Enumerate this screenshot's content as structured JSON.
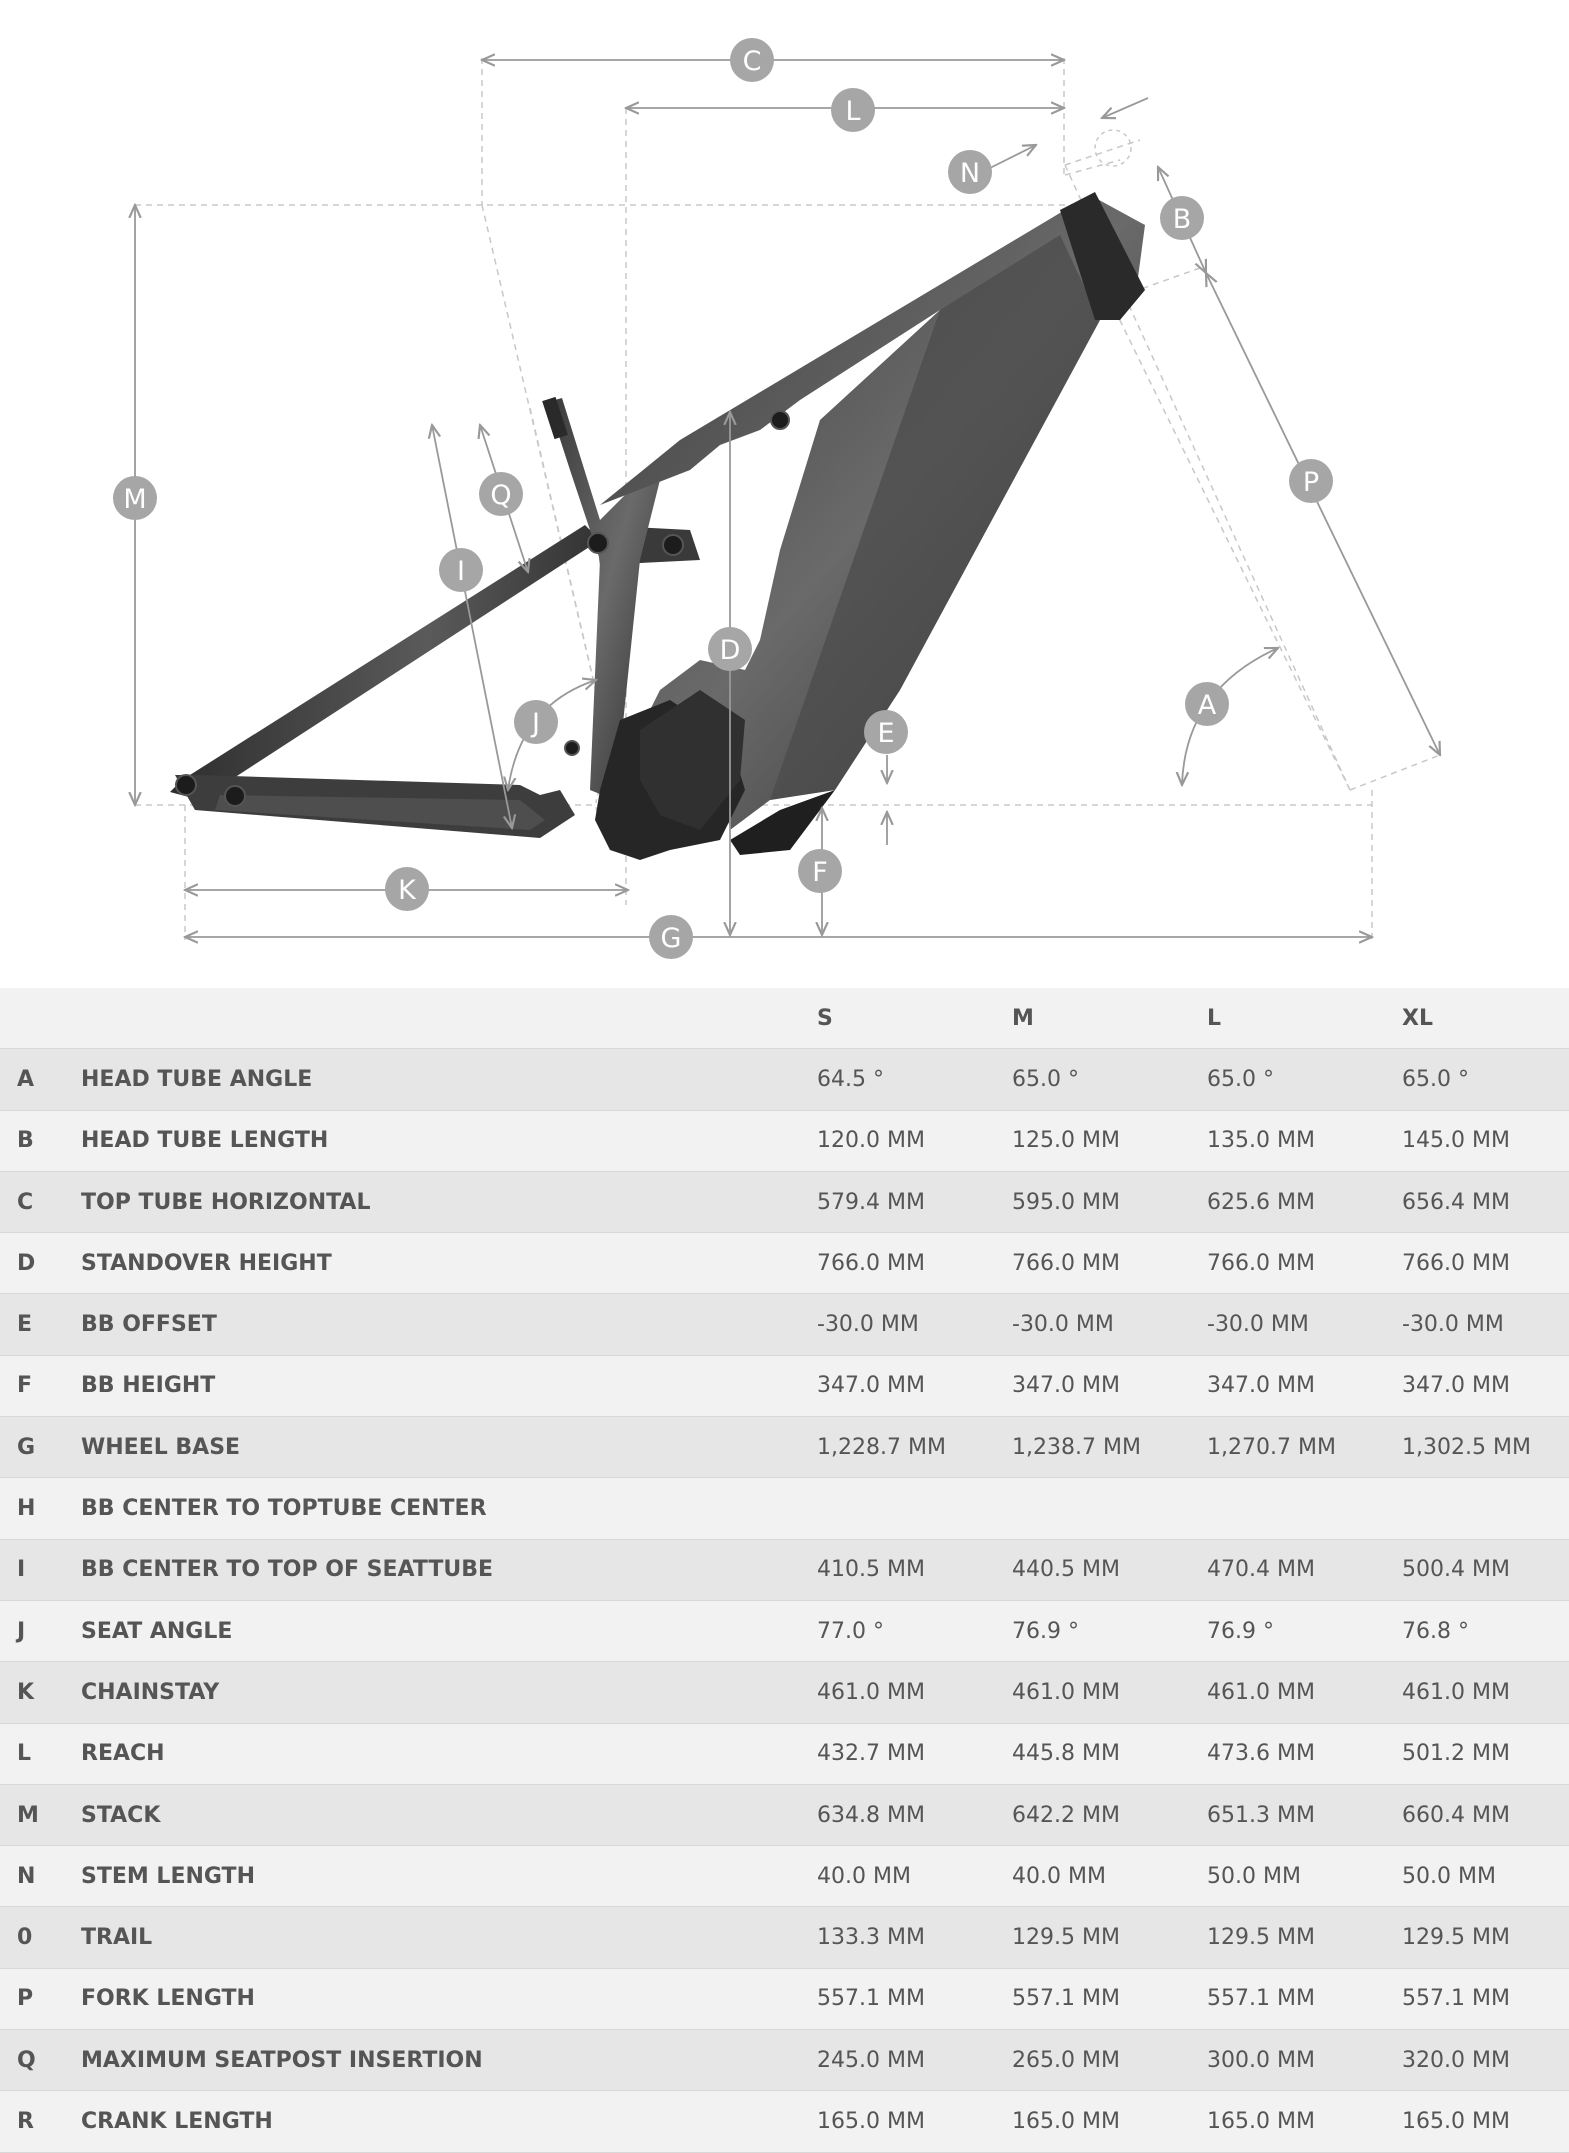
{
  "diagram": {
    "labels": [
      "C",
      "L",
      "N",
      "B",
      "M",
      "Q",
      "I",
      "P",
      "D",
      "E",
      "J",
      "A",
      "F",
      "K",
      "G"
    ]
  },
  "table": {
    "headers": [
      "S",
      "M",
      "L",
      "XL"
    ],
    "rows": [
      {
        "letter": "A",
        "label": "HEAD TUBE ANGLE",
        "values": [
          "64.5 °",
          "65.0 °",
          "65.0 °",
          "65.0 °"
        ]
      },
      {
        "letter": "B",
        "label": "HEAD TUBE LENGTH",
        "values": [
          "120.0 MM",
          "125.0 MM",
          "135.0 MM",
          "145.0 MM"
        ]
      },
      {
        "letter": "C",
        "label": "TOP TUBE HORIZONTAL",
        "values": [
          "579.4 MM",
          "595.0 MM",
          "625.6 MM",
          "656.4 MM"
        ]
      },
      {
        "letter": "D",
        "label": "STANDOVER HEIGHT",
        "values": [
          "766.0 MM",
          "766.0 MM",
          "766.0 MM",
          "766.0 MM"
        ]
      },
      {
        "letter": "E",
        "label": "BB OFFSET",
        "values": [
          "-30.0 MM",
          "-30.0 MM",
          "-30.0 MM",
          "-30.0 MM"
        ]
      },
      {
        "letter": "F",
        "label": "BB HEIGHT",
        "values": [
          "347.0 MM",
          "347.0 MM",
          "347.0 MM",
          "347.0 MM"
        ]
      },
      {
        "letter": "G",
        "label": "WHEEL BASE",
        "values": [
          "1,228.7 MM",
          "1,238.7 MM",
          "1,270.7 MM",
          "1,302.5 MM"
        ]
      },
      {
        "letter": "H",
        "label": "BB CENTER TO TOPTUBE CENTER",
        "values": [
          "",
          "",
          "",
          ""
        ]
      },
      {
        "letter": "I",
        "label": "BB CENTER TO TOP OF SEATTUBE",
        "values": [
          "410.5 MM",
          "440.5 MM",
          "470.4 MM",
          "500.4 MM"
        ]
      },
      {
        "letter": "J",
        "label": "SEAT ANGLE",
        "values": [
          "77.0 °",
          "76.9 °",
          "76.9 °",
          "76.8 °"
        ]
      },
      {
        "letter": "K",
        "label": "CHAINSTAY",
        "values": [
          "461.0 MM",
          "461.0 MM",
          "461.0 MM",
          "461.0 MM"
        ]
      },
      {
        "letter": "L",
        "label": "REACH",
        "values": [
          "432.7 MM",
          "445.8 MM",
          "473.6 MM",
          "501.2 MM"
        ]
      },
      {
        "letter": "M",
        "label": "STACK",
        "values": [
          "634.8 MM",
          "642.2 MM",
          "651.3 MM",
          "660.4 MM"
        ]
      },
      {
        "letter": "N",
        "label": "STEM LENGTH",
        "values": [
          "40.0 MM",
          "40.0 MM",
          "50.0 MM",
          "50.0 MM"
        ]
      },
      {
        "letter": "0",
        "label": "TRAIL",
        "values": [
          "133.3 MM",
          "129.5 MM",
          "129.5 MM",
          "129.5 MM"
        ]
      },
      {
        "letter": "P",
        "label": "FORK LENGTH",
        "values": [
          "557.1 MM",
          "557.1 MM",
          "557.1 MM",
          "557.1 MM"
        ]
      },
      {
        "letter": "Q",
        "label": "MAXIMUM SEATPOST INSERTION",
        "values": [
          "245.0 MM",
          "265.0 MM",
          "300.0 MM",
          "320.0 MM"
        ]
      },
      {
        "letter": "R",
        "label": "CRANK LENGTH",
        "values": [
          "165.0 MM",
          "165.0 MM",
          "165.0 MM",
          "165.0 MM"
        ]
      }
    ]
  }
}
